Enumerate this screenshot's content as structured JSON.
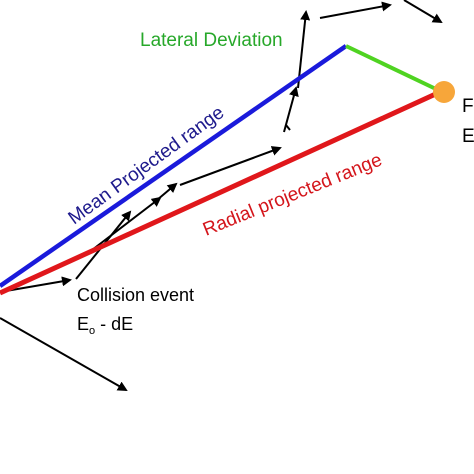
{
  "labels": {
    "lateral_deviation": "Lateral Deviation",
    "mean_projected_range": "Mean Projected range",
    "radial_projected_range": "Radial projected range",
    "collision_event": "Collision event",
    "energy_main": "E",
    "energy_sub": "o",
    "energy_rest": " - dE",
    "cut_label_top": "F",
    "cut_label_bottom": "E"
  },
  "colors": {
    "mean_range": "#1a1adb",
    "radial_range": "#e0171b",
    "lateral_deviation": "#4fd321",
    "lateral_label": "#27a82a",
    "mean_label": "#1e1a8c",
    "radial_label": "#d4151b",
    "path": "#000000",
    "final_position": "#f7a63a"
  },
  "icons": {
    "final_position": "orange-circle-icon"
  }
}
